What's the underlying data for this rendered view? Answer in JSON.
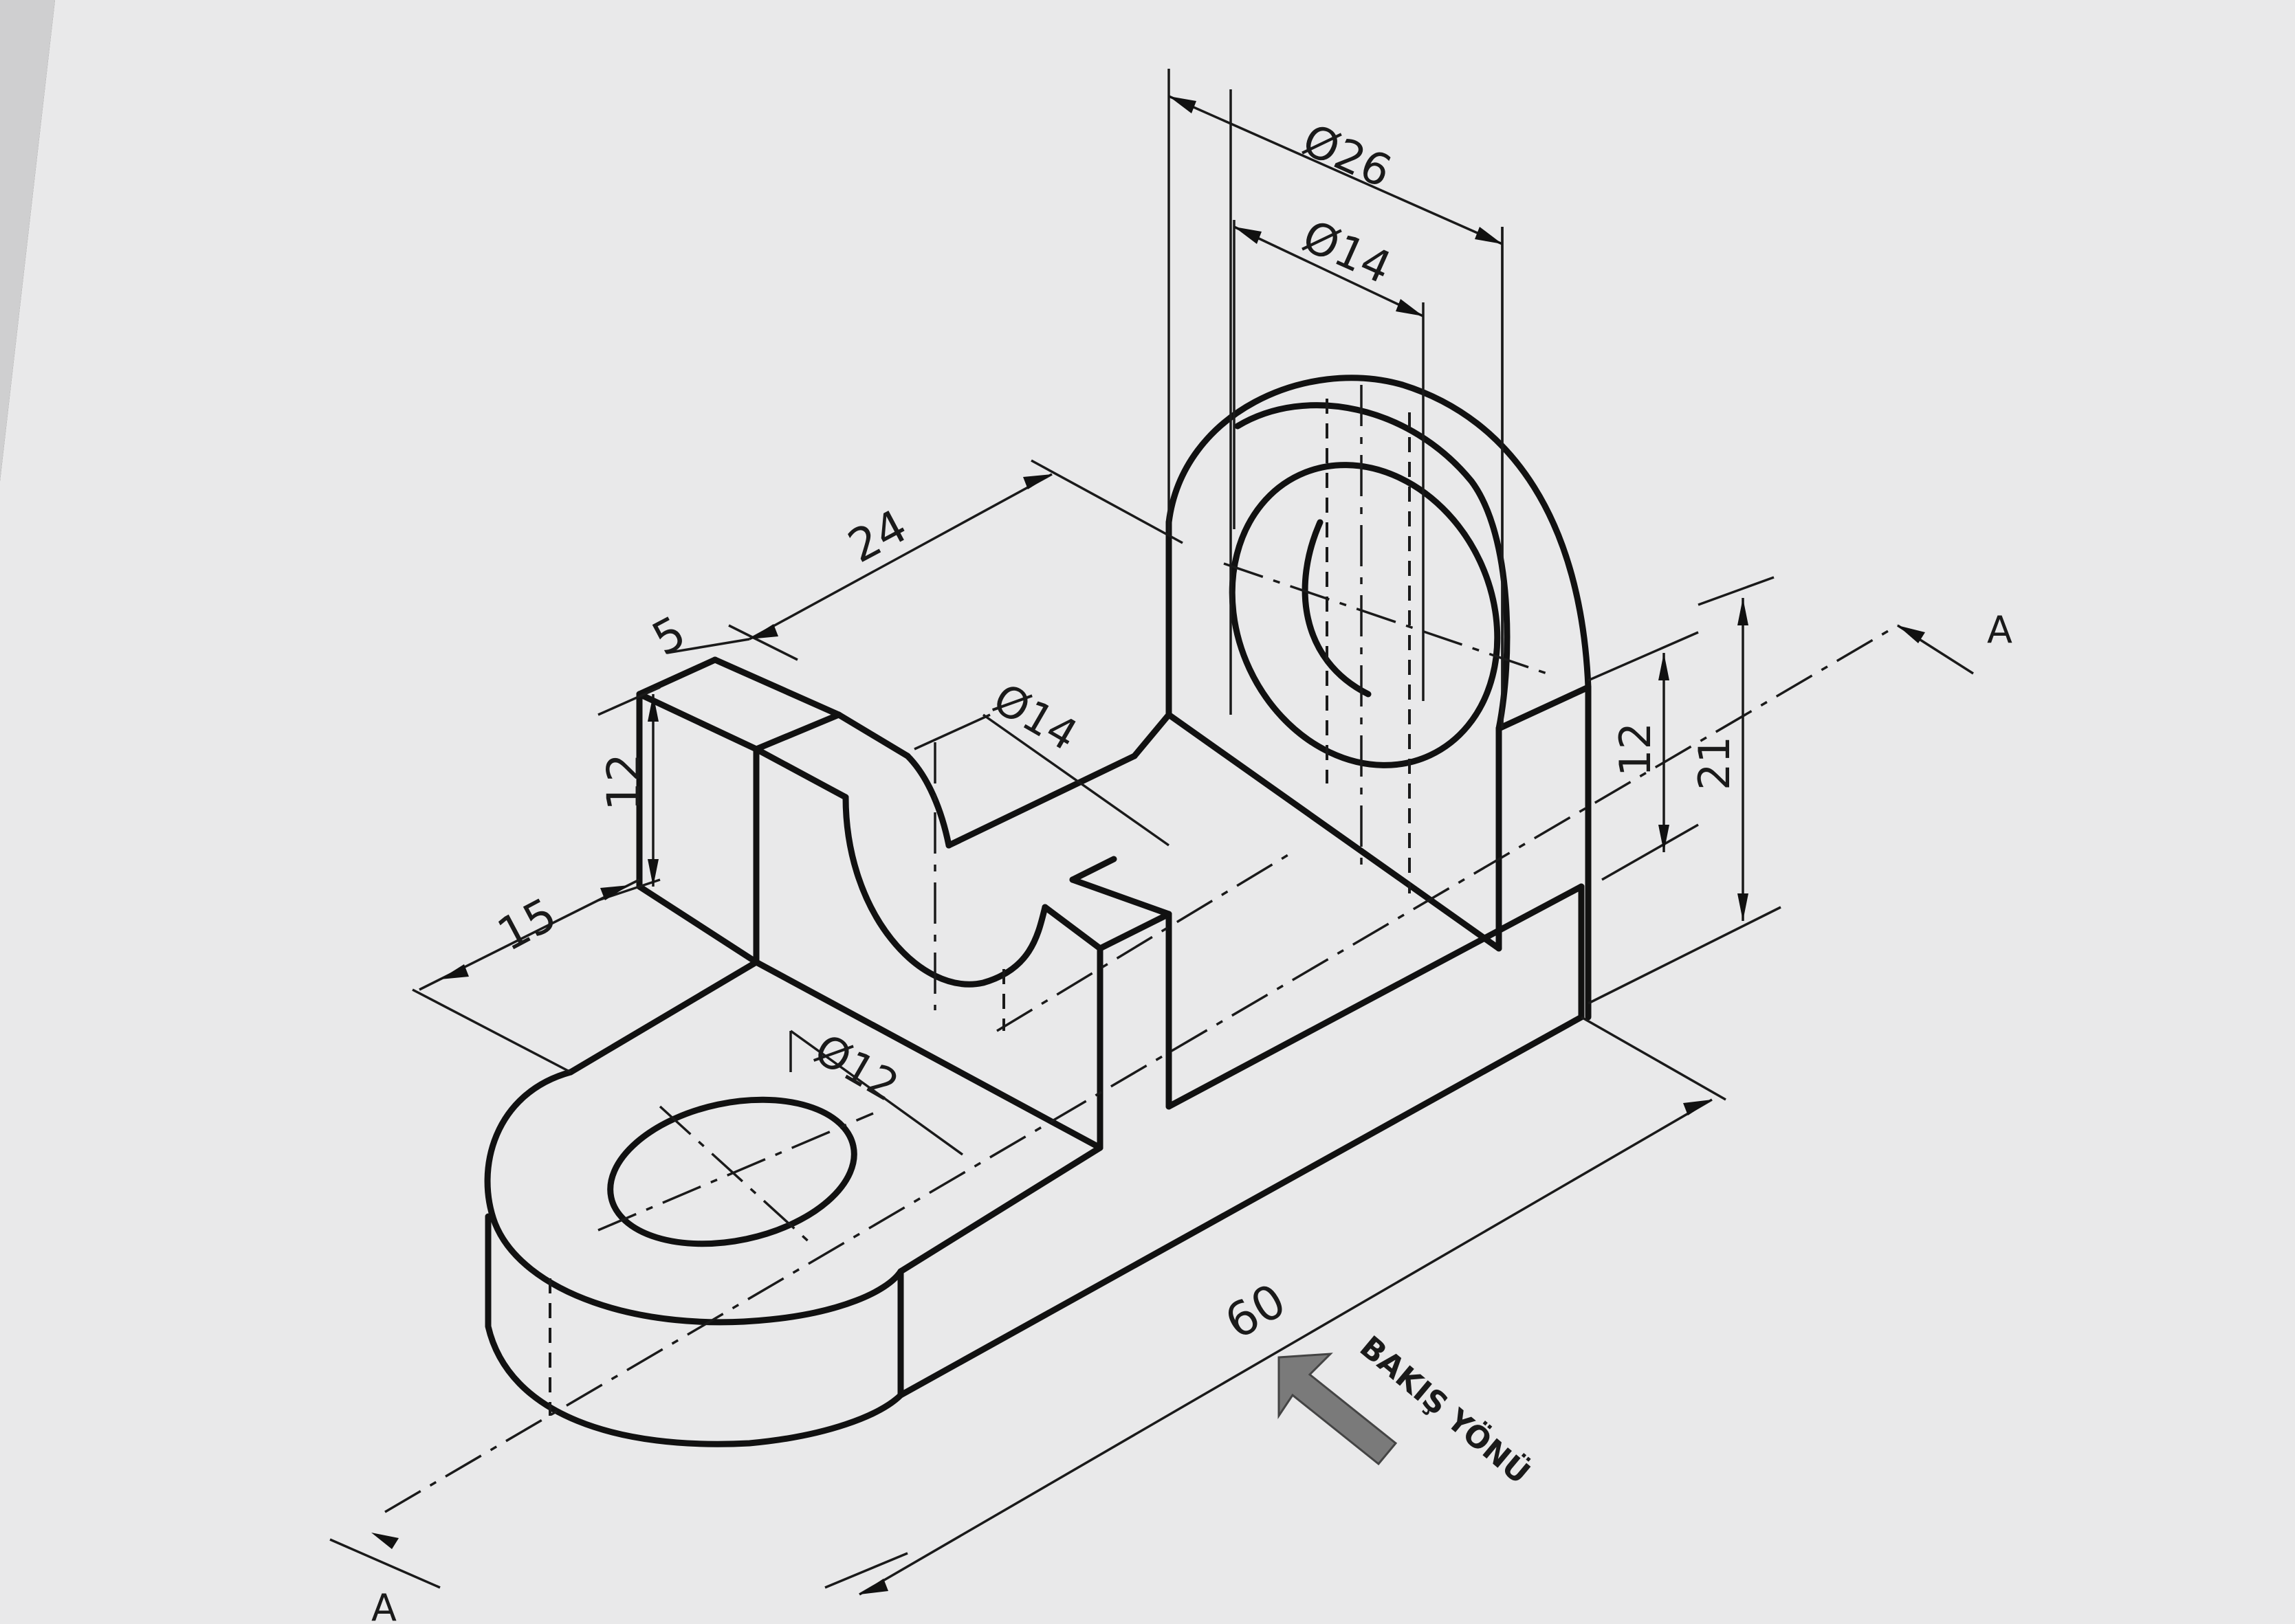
{
  "drawing": {
    "title_labels": [],
    "dimensions": {
      "dia_26": "Ø26",
      "dia_14_top": "Ø14",
      "dia_14_slot": "Ø14",
      "dia_12": "Ø12",
      "len_24": "24",
      "len_5": "5",
      "len_12_left": "12",
      "len_15": "15",
      "len_60": "60",
      "len_12_right": "12",
      "len_21": "21"
    },
    "section_marks": {
      "top_right": "A",
      "bottom_left": "A"
    },
    "view_direction": {
      "label": "BAKIŞ YÖNÜ"
    },
    "colors": {
      "paper": "#e9e9ea",
      "ink": "#111111",
      "arrow_fill": "#7a7a7a",
      "background": "#3a3835"
    }
  }
}
